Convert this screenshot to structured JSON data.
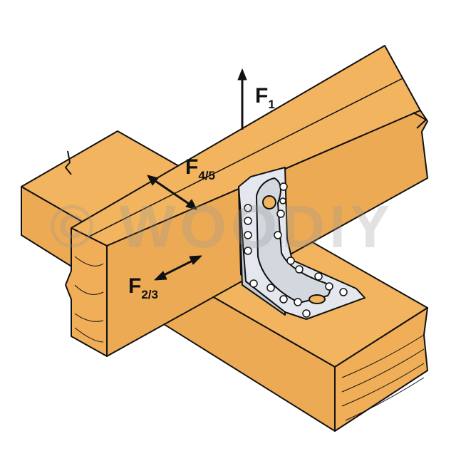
{
  "diagram": {
    "forces": [
      {
        "name": "F",
        "sub": "1"
      },
      {
        "name": "F",
        "sub": "4/5"
      },
      {
        "name": "F",
        "sub": "2/3"
      }
    ],
    "watermark": "© WOODIY",
    "colors": {
      "wood": "#F2B45E",
      "wood_dark": "#E9A650",
      "bracket": "#E4E8EE",
      "outline": "#111111"
    }
  }
}
